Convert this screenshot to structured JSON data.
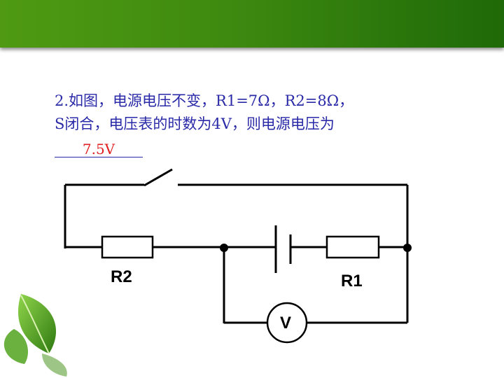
{
  "slide": {
    "question_line1": "2.如图，电源电压不变，R1=7Ω，R2=8Ω，",
    "question_line2": "S闭合，电压表的时数为4V，则电源电压为",
    "answer": "7.5V"
  },
  "circuit": {
    "r2_label": "R2",
    "r1_label": "R1",
    "voltmeter_label": "V"
  },
  "colors": {
    "header": "#3e8a10",
    "question_text": "#2a2aa8",
    "answer_text": "#e02020",
    "leaf": "#5aa82a"
  },
  "icons": [
    "leaf-decoration-icon"
  ]
}
